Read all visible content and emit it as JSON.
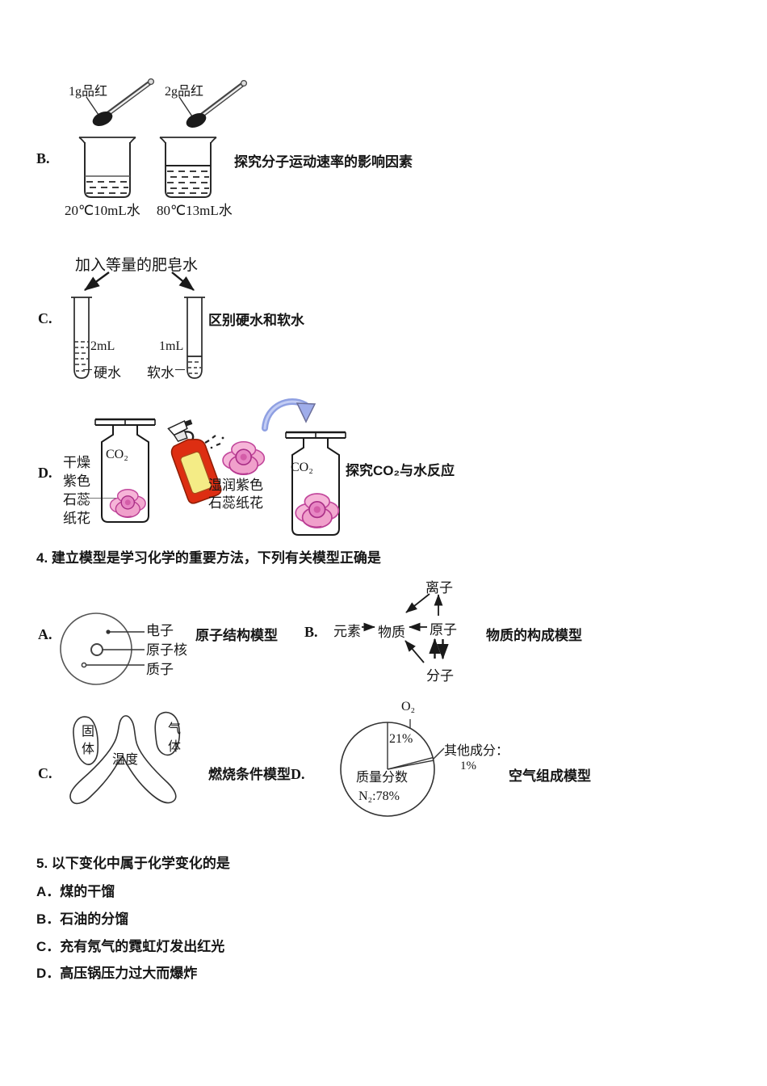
{
  "q3": {
    "b": {
      "letter": "B.",
      "spoon1_label": "1g品红",
      "spoon2_label": "2g品红",
      "beaker1_caption": "20℃10mL水",
      "beaker2_caption": "80℃13mL水",
      "desc": "探究分子运动速率的影响因素"
    },
    "c": {
      "letter": "C.",
      "top_label": "加入等量的肥皂水",
      "tube1_volume": "2mL",
      "tube2_volume": "1mL",
      "tube1_name": "硬水",
      "tube2_name": "软水",
      "desc": "区别硬水和软水"
    },
    "d": {
      "letter": "D.",
      "dry_lines": [
        "干燥",
        "紫色",
        "石蕊",
        "纸花"
      ],
      "gas1": "CO₂",
      "gas2": "CO₂",
      "wet_lines": [
        "湿润紫色",
        "石蕊纸花"
      ],
      "desc": "探究CO₂与水反应"
    }
  },
  "q4": {
    "stem": "4. 建立模型是学习化学的重要方法，下列有关模型正确是",
    "a": {
      "letter": "A.",
      "labels": [
        "电子",
        "原子核",
        "质子"
      ],
      "title": "原子结构模型"
    },
    "b": {
      "letter": "B.",
      "nodes": {
        "ion": "离子",
        "element": "元素",
        "matter": "物质",
        "atom": "原子",
        "molecule": "分子"
      },
      "title": "物质的构成模型"
    },
    "c": {
      "letter": "C.",
      "solid": "固体",
      "temp": "温度",
      "gas": "气体",
      "title": "燃烧条件模型",
      "next_letter": "D."
    },
    "d": {
      "o2_label": "O₂",
      "o2_pct": "21%",
      "other_label": "其他成分：",
      "other_pct": "1%",
      "mass_label": "质量分数",
      "n2_label": "N₂:78%",
      "title": "空气组成模型",
      "chart_data": {
        "type": "pie",
        "slices": [
          {
            "label": "N₂",
            "value": 78
          },
          {
            "label": "O₂",
            "value": 21
          },
          {
            "label": "其他成分",
            "value": 1
          }
        ],
        "unit": "%",
        "note": "质量分数"
      }
    }
  },
  "q5": {
    "stem": "5. 以下变化中属于化学变化的是",
    "options": [
      "A．煤的干馏",
      "B．石油的分馏",
      "C．充有氖气的霓虹灯发出红光",
      "D．高压锅压力过大而爆炸"
    ]
  },
  "colors": {
    "ink": "#2a2a2a",
    "spray_red": "#dd2e12",
    "label_yellow": "#f4ec86",
    "flower_pink": "#f3a9d0",
    "arrow_blue": "#8fa0e2"
  }
}
